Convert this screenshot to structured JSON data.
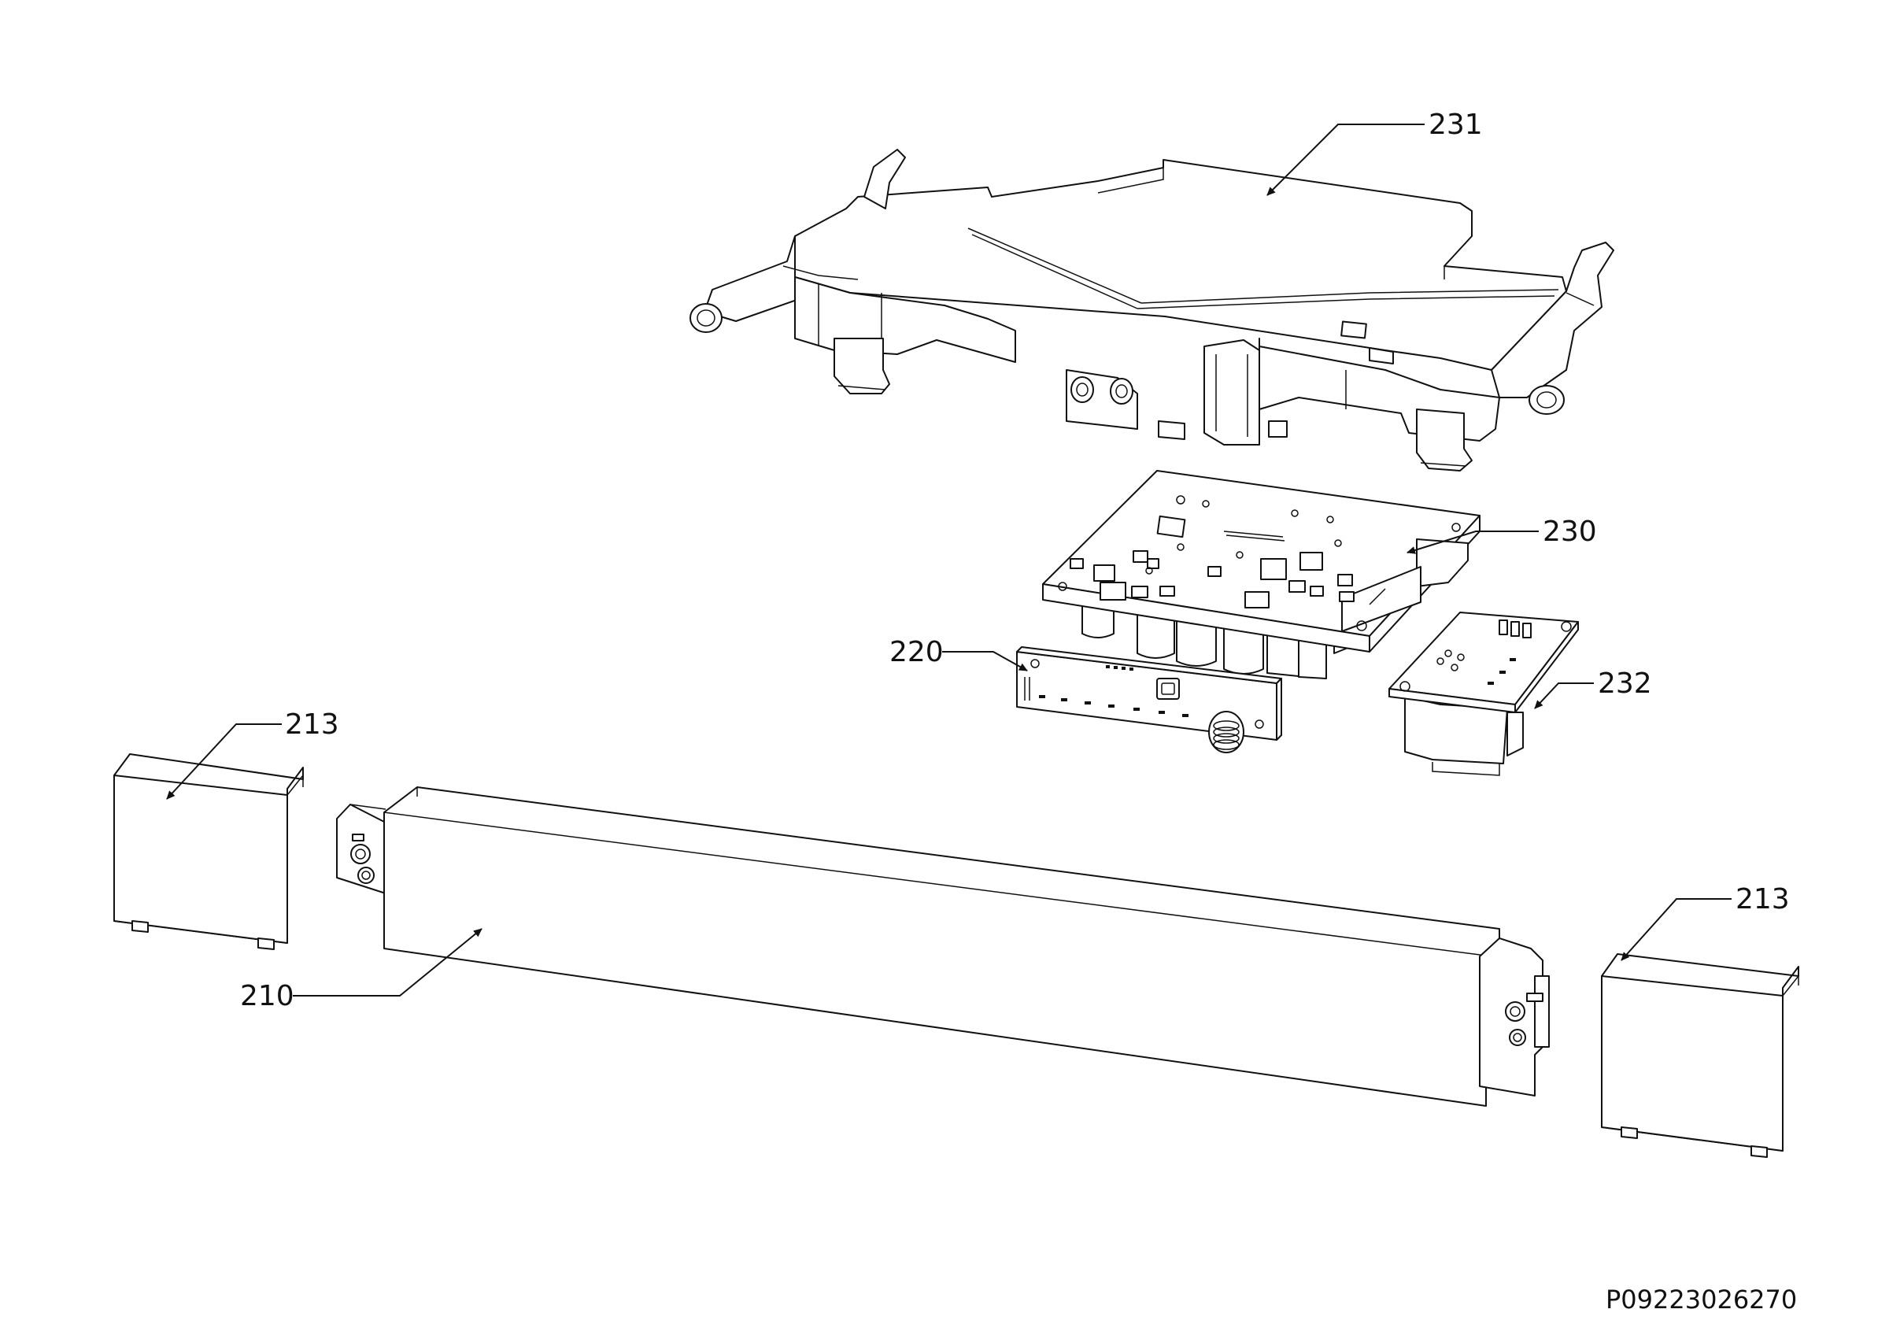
{
  "diagram": {
    "colors": {
      "line": "#111111",
      "background": "#ffffff"
    },
    "callouts": [
      {
        "id": "231",
        "label": "231"
      },
      {
        "id": "230",
        "label": "230"
      },
      {
        "id": "220",
        "label": "220"
      },
      {
        "id": "232",
        "label": "232"
      },
      {
        "id": "213a",
        "label": "213"
      },
      {
        "id": "213b",
        "label": "213"
      },
      {
        "id": "210",
        "label": "210"
      }
    ],
    "document_id": "P09223026270"
  }
}
